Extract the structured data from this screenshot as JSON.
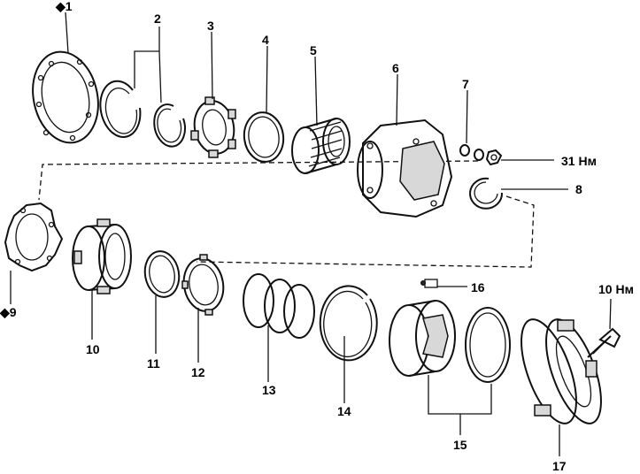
{
  "colors": {
    "ink": "#111111",
    "background": "#ffffff",
    "shade": "#d8d8d8"
  },
  "labels": {
    "p1": "◆1",
    "p2": "2",
    "p3": "3",
    "p4": "4",
    "p5": "5",
    "p6": "6",
    "p7": "7",
    "p8": "8",
    "p9": "◆9",
    "p10": "10",
    "p11": "11",
    "p12": "12",
    "p13": "13",
    "p14": "14",
    "p15": "15",
    "p16": "16",
    "p17": "17",
    "torque_nut": "31 Нм",
    "torque_bolt": "10 Нм"
  }
}
